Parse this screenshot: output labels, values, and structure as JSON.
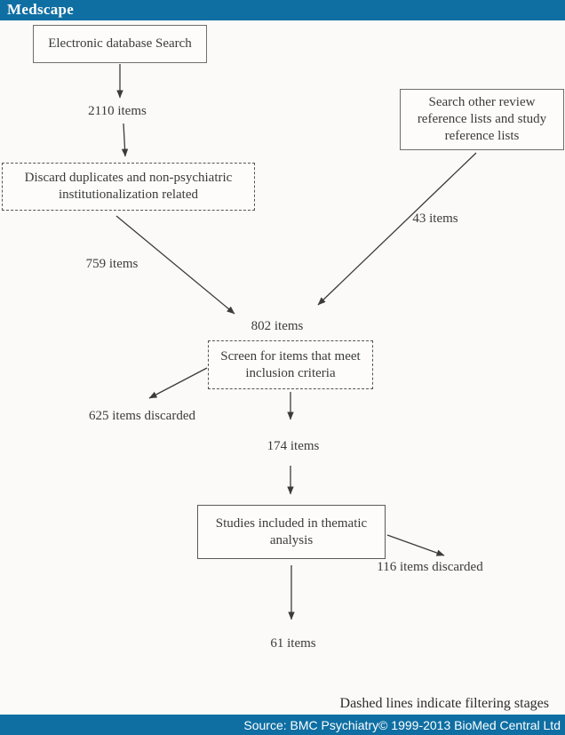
{
  "header": {
    "logo": "Medscape"
  },
  "flowchart": {
    "boxes": [
      {
        "id": "electronic-database-search",
        "style": "solid",
        "text": "Electronic database Search"
      },
      {
        "id": "search-other-references",
        "style": "solid",
        "text": "Search other review reference lists and study reference lists"
      },
      {
        "id": "discard-duplicates",
        "style": "dashed",
        "text": "Discard duplicates and non-psychiatric institutionalization related"
      },
      {
        "id": "screen-inclusion-criteria",
        "style": "dashed",
        "text": "Screen for items that meet inclusion criteria"
      },
      {
        "id": "studies-thematic-analysis",
        "style": "solid",
        "text": "Studies included in thematic analysis"
      }
    ],
    "labels": [
      {
        "id": "items-2110",
        "text": "2110 items"
      },
      {
        "id": "items-43",
        "text": "43 items"
      },
      {
        "id": "items-759",
        "text": "759 items"
      },
      {
        "id": "items-802",
        "text": "802 items"
      },
      {
        "id": "items-625-discarded",
        "text": "625 items discarded"
      },
      {
        "id": "items-174",
        "text": "174 items"
      },
      {
        "id": "items-116-discarded",
        "text": "116 items discarded"
      },
      {
        "id": "items-61",
        "text": "61 items"
      }
    ],
    "note": "Dashed lines indicate filtering stages"
  },
  "footer": {
    "source": "Source: BMC Psychiatry© 1999-2013 BioMed Central Ltd"
  },
  "colors": {
    "brand_blue": "#0f6fa3",
    "diagram_ink": "#3b3b3b",
    "background": "#fbfaf8"
  }
}
